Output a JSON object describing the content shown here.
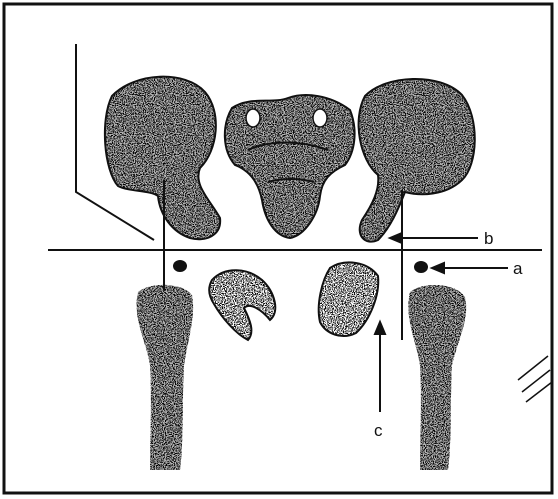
{
  "labels": {
    "a": "a",
    "b": "b",
    "c": "c"
  },
  "colors": {
    "ink": "#111111",
    "background": "#ffffff"
  }
}
